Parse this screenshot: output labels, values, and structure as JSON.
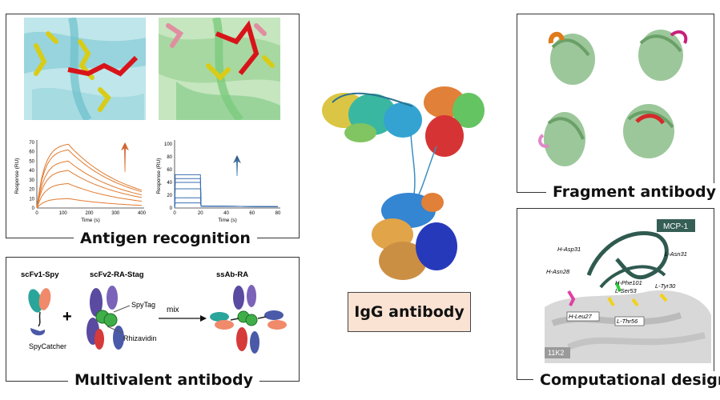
{
  "antigen": {
    "caption": "Antigen recognition",
    "plot1": {
      "ylabel": "Response (RU)",
      "xlabel": "Time (s)",
      "yticks": [
        "0",
        "10",
        "20",
        "30",
        "40",
        "50",
        "60",
        "70"
      ],
      "xticks": [
        "0",
        "100",
        "200",
        "300",
        "400"
      ]
    },
    "plot2": {
      "ylabel": "Response (RU)",
      "xlabel": "Time (s)",
      "yticks": [
        "0",
        "20",
        "40",
        "60",
        "80",
        "100"
      ],
      "xticks": [
        "0",
        "20",
        "40",
        "60",
        "80"
      ]
    }
  },
  "multivalent": {
    "caption": "Multivalent antibody",
    "label_scfv1": "scFv1-Spy",
    "label_scfv2": "scFv2-RA-Stag",
    "label_ssab": "ssAb-RA",
    "label_spytag": "SpyTag",
    "label_spycatcher": "SpyCatcher",
    "label_rhizavidin": "Rhizavidin",
    "plus": "+",
    "mix": "mix"
  },
  "igg": {
    "label": "IgG antibody"
  },
  "fragment": {
    "caption": "Fragment antibody"
  },
  "computational": {
    "caption": "Computational design",
    "mcp": "MCP-1",
    "hasp31": "H-Asp31",
    "hasn28": "H-Asn28",
    "hphe101": "H-Phe101",
    "lser53": "L-Ser53",
    "lasn31": "L-Asn31",
    "ltyr30": "L-Tyr30",
    "hleu27": "H-Leu27",
    "lthr56": "L-Thr56",
    "k2": "11K2"
  },
  "colors": {
    "panel_border": "#333333",
    "igg_box_fill": "#fbe3d3",
    "sensorgram_orange": "#e07a2e",
    "sensorgram_blue": "#3a6fb0",
    "fragment_green": "#9cc79a"
  }
}
